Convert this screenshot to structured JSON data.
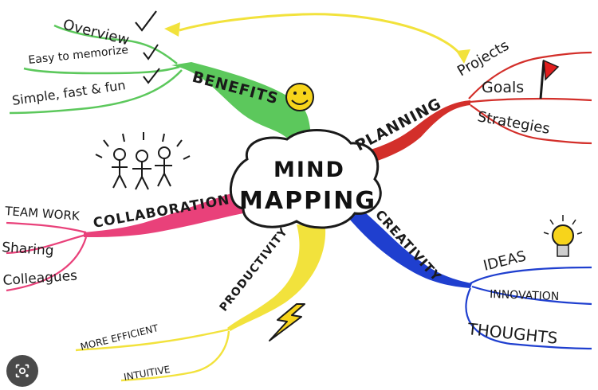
{
  "center": {
    "line1": "MIND",
    "line2": "MAPPING"
  },
  "branches": {
    "benefits": {
      "label": "BENEFITS",
      "color": "#5cc85c",
      "items": [
        "Overview",
        "Easy to memorize",
        "Simple, fast & fun"
      ]
    },
    "planning": {
      "label": "PLANNING",
      "color": "#d32f2a",
      "items": [
        "Projects",
        "Goals",
        "Strategies"
      ]
    },
    "collaboration": {
      "label": "COLLABORATION",
      "color": "#e9417a",
      "items": [
        "TEAM WORK",
        "Sharing",
        "Colleagues"
      ]
    },
    "creativity": {
      "label": "CREATIVITY",
      "color": "#1f3fcf",
      "items": [
        "IDEAS",
        "INNOVATION",
        "THOUGHTS"
      ]
    },
    "productivity": {
      "label": "PRODUCTIVITY",
      "color": "#f2e23c",
      "items": [
        "MORE EFFICIENT",
        "INTUITIVE"
      ]
    }
  },
  "icons": [
    "check-icon",
    "smiley-icon",
    "flag-icon",
    "stick-figures-icon",
    "lightbulb-icon",
    "lightning-icon",
    "lens-search-icon"
  ]
}
